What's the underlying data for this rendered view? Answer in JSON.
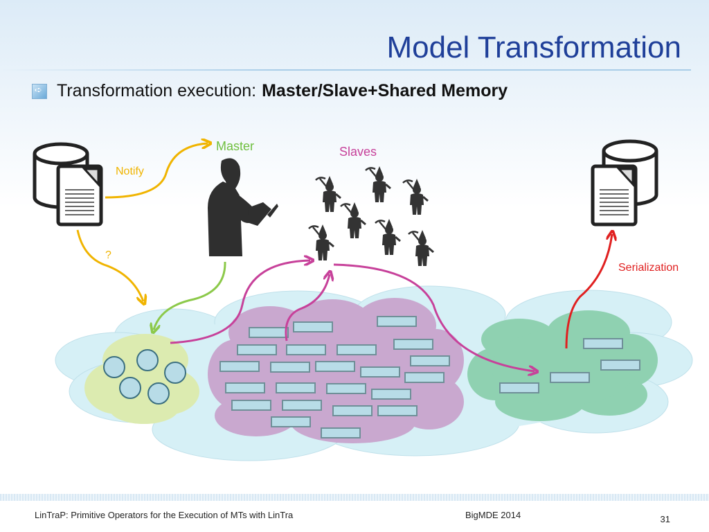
{
  "slide": {
    "title": "Model Transformation",
    "bullet": {
      "text": "Transformation execution:",
      "emphasis": "Master/Slave+Shared Memory"
    }
  },
  "diagram": {
    "labels": {
      "master": "Master",
      "slaves": "Slaves",
      "notify": "Notify",
      "question": "?",
      "serialization": "Serialization"
    },
    "colors": {
      "master": "#6fbf3f",
      "slaves": "#c7419a",
      "notify": "#f0b400",
      "serialization": "#e02020",
      "arrow_green": "#8cc94a",
      "arrow_magenta": "#c7419a",
      "cloud": "#d6f0f6",
      "left_cluster": "#dcebb0",
      "middle_cluster": "#c9a8cf",
      "right_cluster": "#8fd1b1",
      "element_box": "#b8dce7"
    },
    "icons": [
      "database-document-icon",
      "master-silhouette-icon",
      "worker-silhouette-icon"
    ]
  },
  "footer": {
    "left": "LinTraP: Primitive Operators for the Execution of MTs with LinTra",
    "middle": "BigMDE 2014",
    "page": "31"
  }
}
